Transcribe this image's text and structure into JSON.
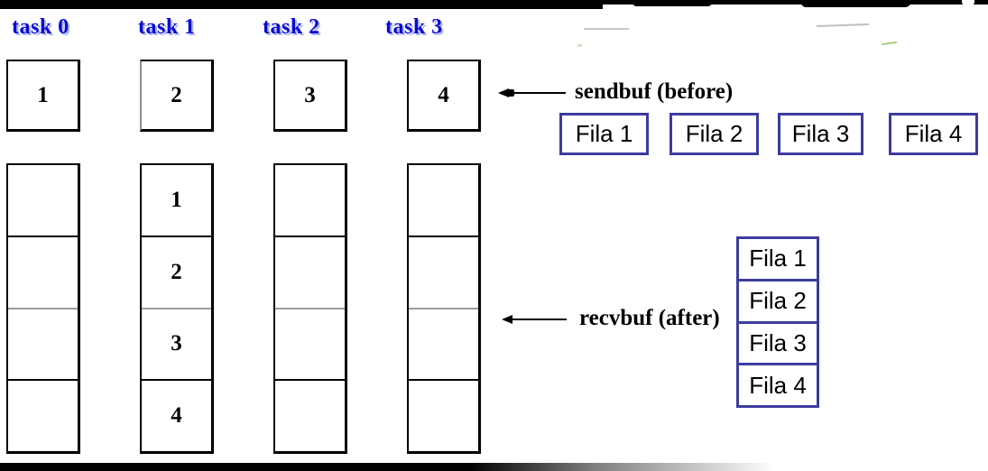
{
  "tasks": [
    {
      "label": "task 0",
      "sendbuf": "1",
      "recvbuf": [
        "",
        "",
        "",
        ""
      ]
    },
    {
      "label": "task 1",
      "sendbuf": "2",
      "recvbuf": [
        "1",
        "2",
        "3",
        "4"
      ]
    },
    {
      "label": "task 2",
      "sendbuf": "3",
      "recvbuf": [
        "",
        "",
        "",
        ""
      ]
    },
    {
      "label": "task 3",
      "sendbuf": "4",
      "recvbuf": [
        "",
        "",
        "",
        ""
      ]
    }
  ],
  "labels": {
    "sendbuf": "sendbuf (before)",
    "recvbuf": "recvbuf (after)"
  },
  "fila_row": [
    "Fila 1",
    "Fila 2",
    "Fila 3",
    "Fila 4"
  ],
  "fila_stack": [
    "Fila 1",
    "Fila 2",
    "Fila 3",
    "Fila 4"
  ],
  "colors": {
    "task_label": "#0a0ad2",
    "fila_border": "#3c3c9e",
    "box_border": "#000000"
  }
}
